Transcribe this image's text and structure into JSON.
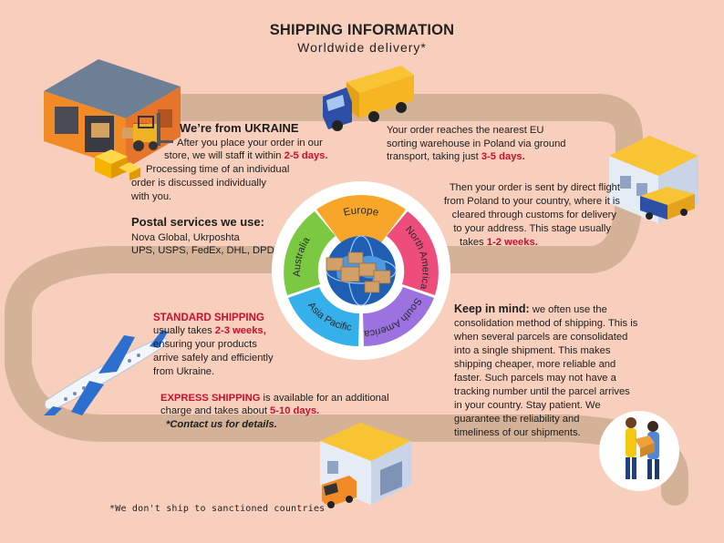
{
  "header": {
    "title": "SHIPPING INFORMATION",
    "subtitle": "Worldwide delivery*"
  },
  "origin": {
    "heading": "We’re from UKRAINE",
    "line1": "After you place your order in our",
    "line2_pre": "store, we will staff it within ",
    "line2_days": "2-5 days.",
    "line3": "Processing time of an individual",
    "line4": "order is discussed individually",
    "line5": "with you."
  },
  "postal": {
    "heading": "Postal services we use:",
    "line1": "Nova Global, Ukrposhta",
    "line2": "UPS, USPS, FedEx, DHL, DPD"
  },
  "eu": {
    "line1": "Your order reaches the nearest EU",
    "line2": "sorting warehouse in Poland via ground",
    "line3_pre": "transport, taking just ",
    "line3_days": "3-5 days."
  },
  "flight": {
    "line1": "Then your order is sent by direct flight",
    "line2": "from Poland to your country, where it is",
    "line3": "cleared through customs for delivery",
    "line4": "to your address. This stage usually",
    "line5_pre": "takes ",
    "line5_days": "1-2 weeks."
  },
  "standard": {
    "heading": "STANDARD SHIPPING",
    "line1_pre": "usually takes ",
    "line1_days": "2-3 weeks,",
    "line2": "ensuring your products",
    "line3": "arrive safely and efficiently",
    "line4": "from Ukraine."
  },
  "express": {
    "heading": "EXPRESS SHIPPING",
    "line1_post": " is available for an additional",
    "line2_pre": "charge and takes about ",
    "line2_days": "5-10 days.",
    "contact": "*Contact us for details."
  },
  "keep": {
    "heading": "Keep in mind:",
    "line1_post": " we often use the",
    "line2": "consolidation method of shipping. This is",
    "line3": "when several parcels are consolidated",
    "line4": "into a single shipment. This makes",
    "line5": "shipping cheaper, more reliable and",
    "line6": "faster. Such parcels may not have a",
    "line7": "tracking number until the parcel arrives",
    "line8": "in your country. Stay patient. We",
    "line9": "guarantee the reliability and",
    "line10": "timeliness of our shipments."
  },
  "footnote": "*We don't ship to sanctioned countries",
  "regions": {
    "europe": "Europe",
    "north_america": "North America",
    "south_america": "South America",
    "asia_pacific": "Asia Pacific",
    "australia": "Australia"
  },
  "colors": {
    "background": "#f8cfbd",
    "road": "#d3b297",
    "accent_red": "#c8102e",
    "europe": "#f8a62a",
    "north_america": "#ee4d7c",
    "south_america": "#9b72e0",
    "asia_pacific": "#35b0ea",
    "australia": "#7bc943"
  },
  "icons": [
    "warehouse-icon",
    "forklift-icon",
    "truck-icon",
    "globe-icon",
    "airplane-icon",
    "delivery-people-icon"
  ]
}
